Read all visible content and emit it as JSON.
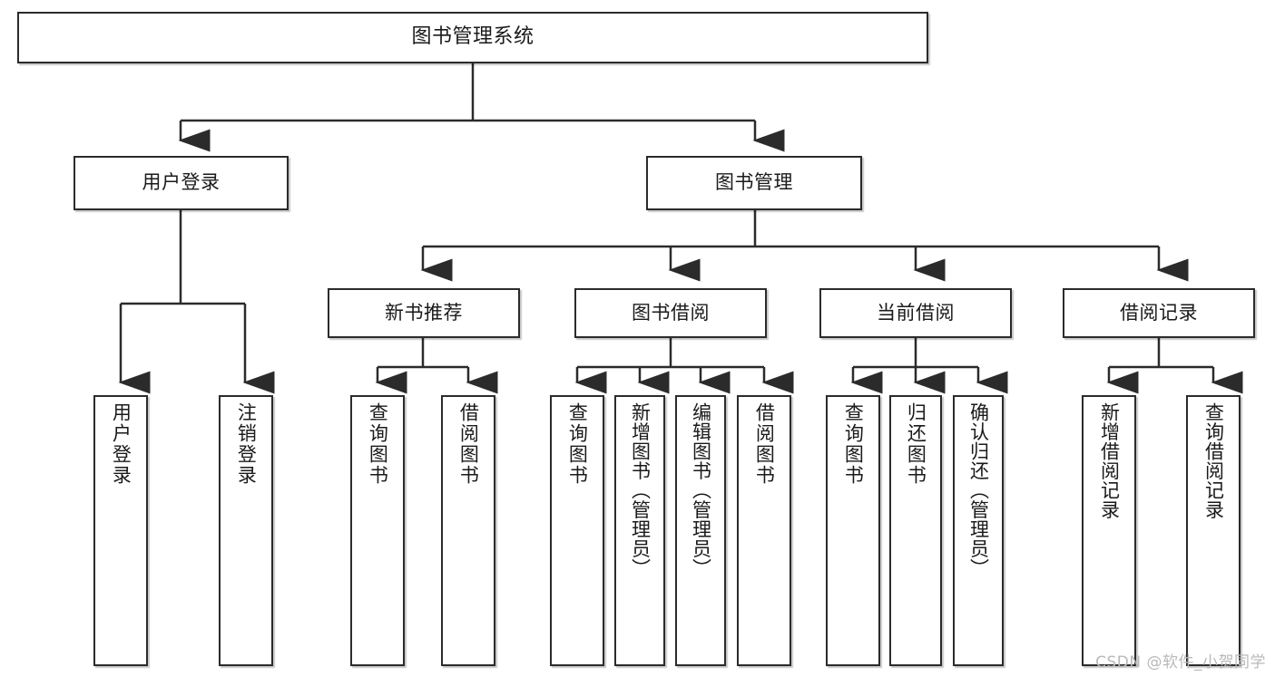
{
  "diagram": {
    "title": "图书管理系统",
    "watermark": "CSDN @软件_小贺同学",
    "line_color": "#2b2b2b",
    "box_border_color": "#2b2b2b",
    "box_fill": "#ffffff",
    "text_color": "#1a1a1a",
    "watermark_color": "#b9b9b9"
  },
  "nodes": {
    "root": {
      "label": "图书管理系统"
    },
    "level1": [
      {
        "id": "user-login",
        "label": "用户登录"
      },
      {
        "id": "book-management",
        "label": "图书管理"
      }
    ],
    "level2": [
      {
        "id": "new-book-recommend",
        "label": "新书推荐"
      },
      {
        "id": "book-borrow",
        "label": "图书借阅"
      },
      {
        "id": "current-borrow",
        "label": "当前借阅"
      },
      {
        "id": "borrow-record",
        "label": "借阅记录"
      }
    ],
    "leaves": [
      {
        "id": "leaf-user-login",
        "label": "用户登录",
        "group": "user-login"
      },
      {
        "id": "leaf-logout-login",
        "label": "注销登录",
        "group": "user-login"
      },
      {
        "id": "leaf-query-book-1",
        "label": "查询图书",
        "group": "new-book-recommend"
      },
      {
        "id": "leaf-borrow-book-1",
        "label": "借阅图书",
        "group": "new-book-recommend"
      },
      {
        "id": "leaf-query-book-2",
        "label": "查询图书",
        "group": "book-borrow"
      },
      {
        "id": "leaf-add-book",
        "label": "新增图书（管理员）",
        "group": "book-borrow"
      },
      {
        "id": "leaf-edit-book",
        "label": "编辑图书（管理员）",
        "group": "book-borrow"
      },
      {
        "id": "leaf-borrow-book-2",
        "label": "借阅图书",
        "group": "book-borrow"
      },
      {
        "id": "leaf-query-book-3",
        "label": "查询图书",
        "group": "current-borrow"
      },
      {
        "id": "leaf-return-book",
        "label": "归还图书",
        "group": "current-borrow"
      },
      {
        "id": "leaf-confirm-return",
        "label": "确认归还（管理员）",
        "group": "current-borrow"
      },
      {
        "id": "leaf-add-record",
        "label": "新增借阅记录",
        "group": "borrow-record"
      },
      {
        "id": "leaf-query-record",
        "label": "查询借阅记录",
        "group": "borrow-record"
      }
    ]
  }
}
